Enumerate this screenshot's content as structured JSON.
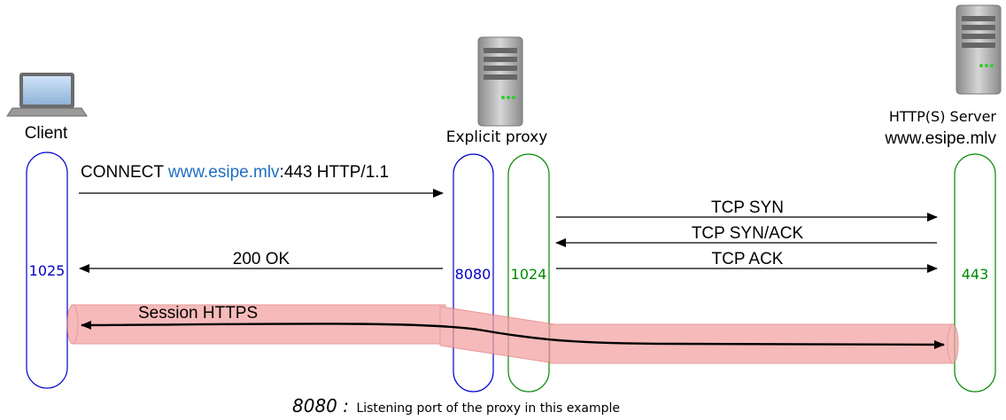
{
  "actors": {
    "client": {
      "label": "Client"
    },
    "proxy": {
      "label": "Explicit proxy"
    },
    "server": {
      "label": "HTTP(S) Server",
      "domain": "www.esipe.mlv"
    }
  },
  "ports": {
    "client": "1025",
    "proxy_listen": "8080",
    "proxy_out": "1024",
    "server": "443"
  },
  "messages": {
    "connect": {
      "prefix": "CONNECT ",
      "host": "www.esipe.mlv",
      "suffix": ":443 HTTP/1.1"
    },
    "ok": "200 OK",
    "syn": "TCP SYN",
    "synack": "TCP SYN/ACK",
    "ack": "TCP ACK"
  },
  "session": {
    "label": "Session HTTPS"
  },
  "footnote": {
    "port": "8080 :",
    "text": "Listening port of the proxy in this example"
  },
  "colors": {
    "client_port": "#0000cc",
    "proxy_port": "#0000cc",
    "proxy_out_port": "#008800",
    "server_port": "#008800",
    "link_host": "#1f6fc5",
    "session_tube": "#f4a3a3",
    "session_tube_edge": "#e07a7a"
  }
}
